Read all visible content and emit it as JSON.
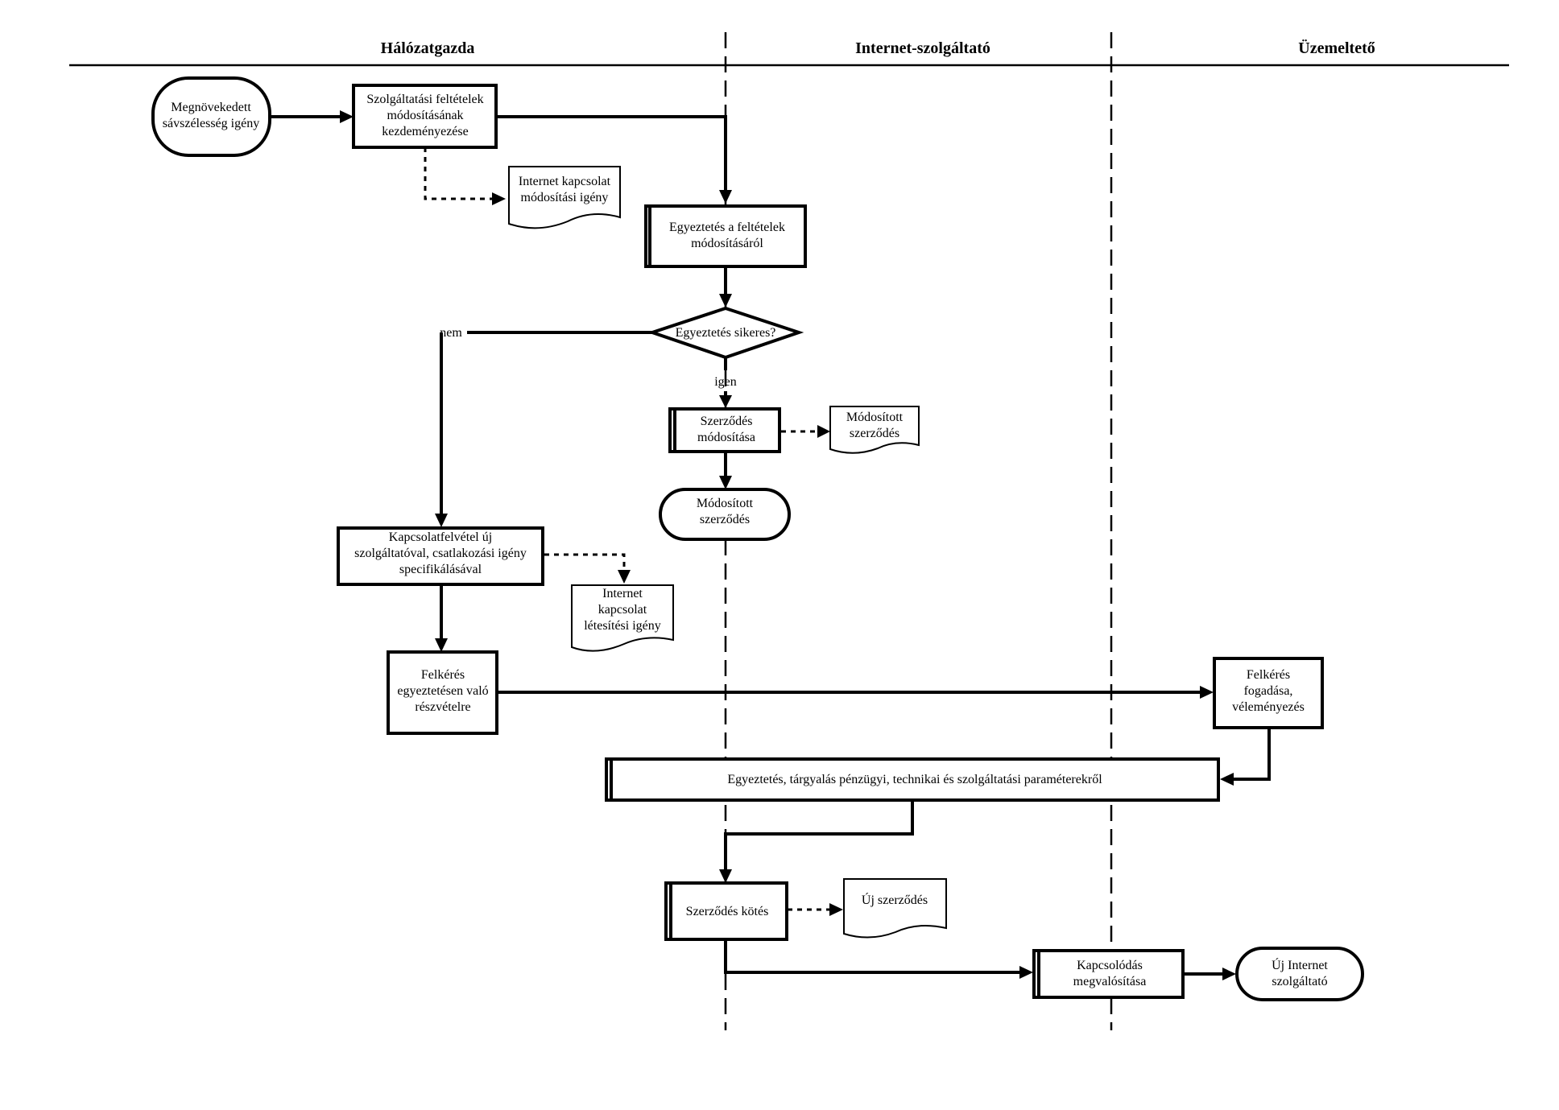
{
  "lanes": {
    "l1": "Hálózatgazda",
    "l2": "Internet-szolgáltató",
    "l3": "Üzemeltető"
  },
  "nodes": {
    "start": [
      "Megnövekedett",
      "sávszélesség igény"
    ],
    "init": [
      "Szolgáltatási feltételek",
      "módosításának",
      "kezdeményezése"
    ],
    "doc_mod_req": [
      "Internet kapcsolat",
      "módosítási igény"
    ],
    "negotiate": [
      "Egyeztetés a feltételek",
      "módosításáról"
    ],
    "decision": [
      "Egyeztetés sikeres?"
    ],
    "no_label": "nem",
    "yes_label": "igen",
    "contract_mod": [
      "Szerződés",
      "módosítása"
    ],
    "doc_mod_contract": [
      "Módosított",
      "szerződés"
    ],
    "end_mod": [
      "Módosított",
      "szerződés"
    ],
    "contact_new": [
      "Kapcsolatfelvétel új",
      "szolgáltatóval, csatlakozási igény",
      "specifikálásával"
    ],
    "doc_new_req": [
      "Internet",
      "kapcsolat",
      "létesítési igény"
    ],
    "request": [
      "Felkérés",
      "egyeztetésen való",
      "részvételre"
    ],
    "receive": [
      "Felkérés",
      "fogadása,",
      "véleményezés"
    ],
    "negotiation2": [
      "Egyeztetés, tárgyalás  pénzügyi, technikai és szolgáltatási paraméterekről"
    ],
    "contract_sign": [
      "Szerződés kötés"
    ],
    "doc_new_contract": [
      "Új szerződés"
    ],
    "connect": [
      "Kapcsolódás",
      "megvalósítása"
    ],
    "end_new": [
      "Új Internet",
      "szolgáltató"
    ]
  }
}
